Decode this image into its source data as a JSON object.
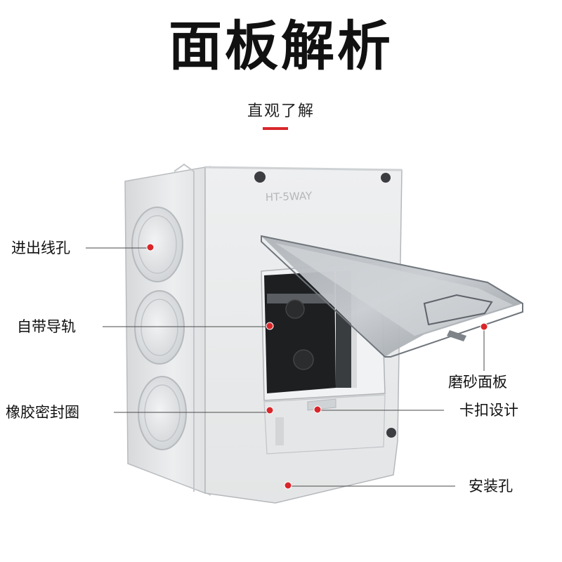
{
  "header": {
    "title": "面板解析",
    "subtitle": "直观了解"
  },
  "product": {
    "model_text": "HT-5WAY"
  },
  "callouts": {
    "cable_hole": "进出线孔",
    "din_rail": "自带导轨",
    "rubber_seal": "橡胶密封圈",
    "frosted_panel": "磨砂面板",
    "snap_latch": "卡扣设计",
    "mount_hole": "安装孔"
  },
  "colors": {
    "accent": "#d9262b",
    "box_body": "#e9eaeb",
    "text": "#111111"
  }
}
